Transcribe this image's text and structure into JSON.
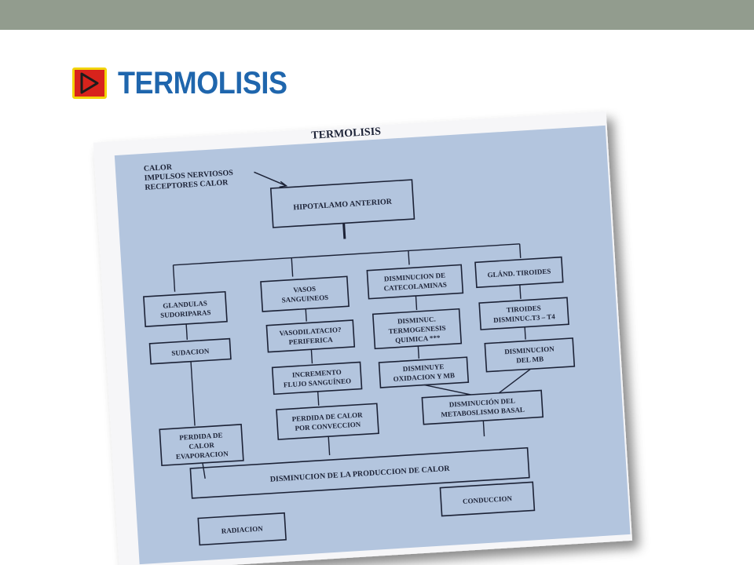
{
  "slide": {
    "title": "TERMOLISIS",
    "bullet_icon": "play-arrow-icon",
    "colors": {
      "top_bar": "#929c8e",
      "title": "#1f66ad",
      "bullet": "#d8231c",
      "bullet_border": "#f2d40a",
      "diagram_bg": "#b3c5de"
    }
  },
  "diagram": {
    "heading": "TERMOLISIS",
    "input_lines": [
      "CALOR",
      "IMPULSOS NERVIOSOS",
      "RECEPTORES CALOR"
    ],
    "nodes": {
      "hipotalamo": [
        "HIPOTALAMO ANTERIOR"
      ],
      "glandulas": [
        "GLANDULAS",
        "SUDORIPARAS"
      ],
      "vasos": [
        "VASOS",
        "SANGUINEOS"
      ],
      "catecolaminas": [
        "DISMINUCION DE",
        "CATECOLAMINAS"
      ],
      "tiroides": [
        "GLÁND. TIROIDES"
      ],
      "sudacion": [
        "SUDACION"
      ],
      "vasodilatacion": [
        "VASODILATACIO?",
        "PERIFERICA"
      ],
      "termogenesis": [
        "DISMINUC.",
        "TERMOGENESIS",
        "QUIMICA ***"
      ],
      "tiroides_t3t4": [
        "TIROIDES",
        "DISMINUC.T3 – T4"
      ],
      "incremento": [
        "INCREMENTO",
        "FLUJO SANGUÍNEO"
      ],
      "oxidacion": [
        "DISMINUYE",
        "OXIDACION Y MB"
      ],
      "disminucion_mb": [
        "DISMINUCION",
        "DEL MB"
      ],
      "metabolismo": [
        "DISMINUCIÓN DEL",
        "METABOSLISMO BASAL"
      ],
      "evaporacion": [
        "PERDIDA DE",
        "CALOR",
        "EVAPORACION"
      ],
      "conveccion": [
        "PERDIDA DE CALOR",
        "POR CONVECCION"
      ],
      "produccion": [
        "DISMINUCION DE LA PRODUCCION DE CALOR"
      ],
      "conduccion": [
        "CONDUCCION"
      ],
      "radiacion": [
        "RADIACION"
      ]
    }
  }
}
